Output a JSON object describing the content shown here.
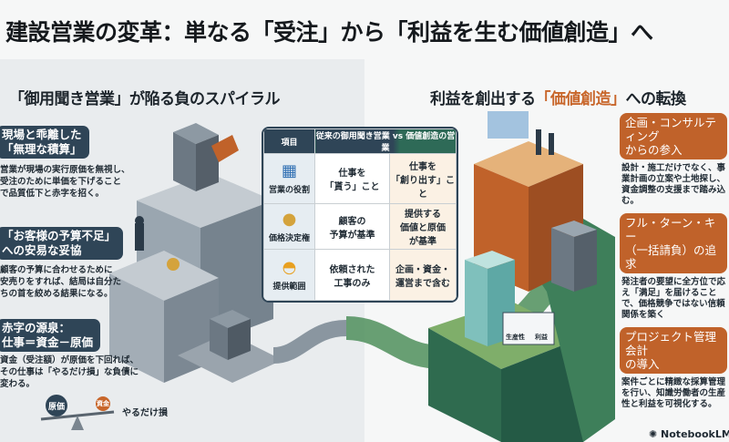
{
  "title": "建設営業の変革：単なる「受注」から「利益を生む価値創造」へ",
  "left": {
    "heading": "「御用聞き営業」が陥る負のスパイラル",
    "items": [
      {
        "label_l1": "現場と乖離した",
        "label_l2": "「無理な積算」",
        "body": [
          "営業が現場の実行原価を無視し、",
          "受注のために単価を下げること",
          "で品質低下と赤字を招く。"
        ]
      },
      {
        "label_l1": "「お客様の予算不足」",
        "label_l2": "への安易な妥協",
        "body": [
          "顧客の予算に合わせるために",
          "安売りをすれば、結局は自分た",
          "ちの首を絞める結果になる。"
        ]
      },
      {
        "label_l1": "赤字の源泉：",
        "label_l2": "仕事＝資金－原価",
        "body": [
          "資金（受注額）が原価を下回れば、",
          "その仕事は「やるだけ損」な負債に",
          "変わる。"
        ]
      }
    ],
    "scale": {
      "weight": "原価",
      "coin": "資金",
      "result": "やるだけ損"
    }
  },
  "right": {
    "heading_pre": "利益を創出する",
    "heading_accent": "「価値創造」",
    "heading_post": "への転換",
    "items": [
      {
        "label_l1": "企画・コンサルティング",
        "label_l2": "からの参入",
        "body": [
          "設計・施工だけでなく、事業",
          "計画の立案や土地探し、資金",
          "調整の支援まで踏み込む。"
        ]
      },
      {
        "label_l1": "フル・ターン・キー",
        "label_l2": "（一括請負）の追求",
        "body": [
          "発注者の要望に全方位で応え",
          "「満足」を届けることで、価格",
          "競争ではない信頼関係を築く"
        ]
      },
      {
        "label_l1": "プロジェクト管理会計",
        "label_l2": "の導入",
        "body": [
          "案件ごとに精緻な採算管理を",
          "行い、知識労働者の生産性と",
          "利益を可視化する。"
        ]
      }
    ],
    "dashboard": {
      "gauge1": "生産性",
      "gauge2": "利益"
    }
  },
  "table": {
    "headers": [
      "項目",
      "従来の御用聞き営業",
      "vs",
      "価値創造の営業"
    ],
    "rows": [
      {
        "item": "営業の役割",
        "icon": "blueprint-icon",
        "old": [
          "仕事を",
          "「貰う」こと"
        ],
        "new": [
          "仕事を",
          "「創り出す」こと"
        ]
      },
      {
        "item": "価格決定権",
        "icon": "coins-icon",
        "old": [
          "顧客の",
          "予算が基準"
        ],
        "new": [
          "提供する",
          "価値と原価",
          "が基準"
        ]
      },
      {
        "item": "提供範囲",
        "icon": "hardhat-icon",
        "old": [
          "依頼された",
          "工事のみ"
        ],
        "new": [
          "企画・資金・",
          "運営まで含む"
        ]
      }
    ]
  },
  "badge": "NotebookLM",
  "colors": {
    "navy": "#2f4557",
    "orange": "#c0622a",
    "green": "#2e6a57",
    "panel": "#e9ecee"
  }
}
